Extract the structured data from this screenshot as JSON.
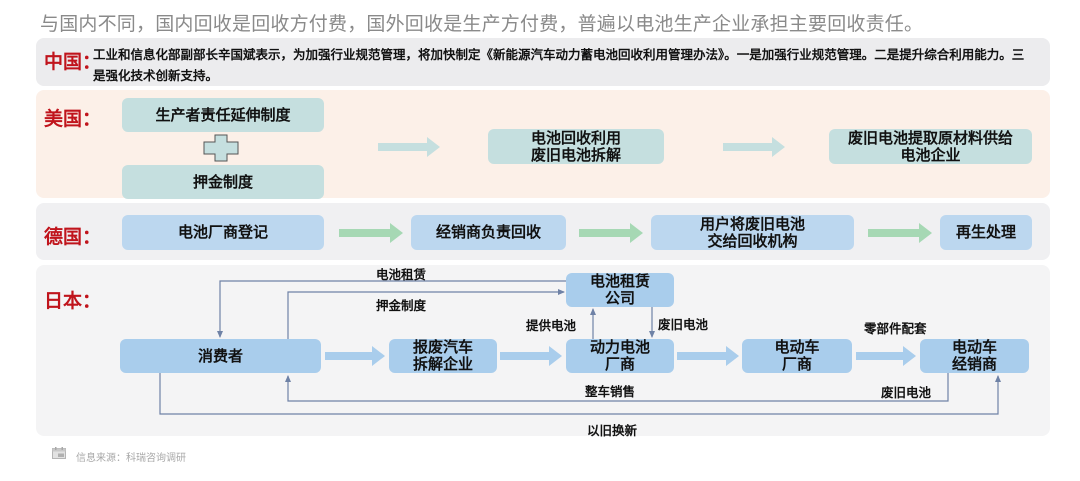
{
  "title": "与国内不同，国内回收是回收方付费，国外回收是生产方付费，普遍以电池生产企业承担主要回收责任。",
  "china": {
    "label": "中国：",
    "text": "工业和信息化部副部长辛国斌表示，为加强行业规范管理，将加快制定《新能源汽车动力蓄电池回收利用管理办法》。一是加强行业规范管理。二是提升综合利用能力。三是强化技术创新支持。"
  },
  "usa": {
    "label": "美国：",
    "box_top": "生产者责任延伸制度",
    "box_bottom": "押金制度",
    "plus_icon": "plus-icon",
    "step2": [
      "电池回收利用",
      "废旧电池拆解"
    ],
    "step3": [
      "废旧电池提取原材料供给",
      "电池企业"
    ]
  },
  "germany": {
    "label": "德国：",
    "steps": [
      [
        "电池厂商登记"
      ],
      [
        "经销商负责回收"
      ],
      [
        "用户将废旧电池",
        "交给回收机构"
      ],
      [
        "再生处理"
      ]
    ]
  },
  "japan": {
    "label": "日本：",
    "nodes": {
      "consumer": [
        "消费者"
      ],
      "dismantler": [
        "报废汽车",
        "拆解企业"
      ],
      "leasing": [
        "电池租赁",
        "公司"
      ],
      "battery_maker": [
        "动力电池",
        "厂商"
      ],
      "ev_maker": [
        "电动车",
        "厂商"
      ],
      "dealer": [
        "电动车",
        "经销商"
      ]
    },
    "edge_labels": {
      "battery_lease": "电池租赁",
      "deposit": "押金制度",
      "supply_battery": "提供电池",
      "waste_battery_1": "废旧电池",
      "parts_supply": "零部件配套",
      "vehicle_sales": "整车销售",
      "waste_battery_2": "废旧电池",
      "trade_in": "以旧换新"
    }
  },
  "footer": {
    "icon": "calendar-icon",
    "text": "信息来源：科瑞咨询调研"
  },
  "colors": {
    "country_red": "#c0141c",
    "teal_box": "#c5dfdf",
    "germany_box": "#bcd7ef",
    "japan_box": "#a9cdec",
    "germany_arrow": "#a6d8b4",
    "usa_arrow": "#c5dfdf",
    "japan_arrow": "#a9cdec",
    "line": "#6f82a6"
  }
}
